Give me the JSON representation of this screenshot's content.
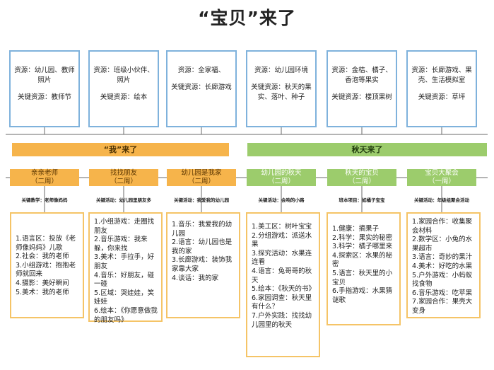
{
  "title": "“宝贝”来了",
  "resources": [
    {
      "r": "资源：幼儿园、教师照片",
      "k": "关键资源：教师节"
    },
    {
      "r": "资源：班级小伙伴、照片",
      "k": "关键资源：绘本"
    },
    {
      "r": "资源：全家福、",
      "k": "关键资源：长廊游戏"
    },
    {
      "r": "资源：幼儿园环境",
      "k": "关键资源：秋天的果实、落叶、种子"
    },
    {
      "r": "资源：金桔、橘子、香泡等果实",
      "k": "关键资源：楼顶果树"
    },
    {
      "r": "资源：长廊游戏、果壳、生活模拟室",
      "k": "关键资源：草坪"
    }
  ],
  "bands": {
    "left": "“我”来了",
    "right": "秋天来了"
  },
  "stages": [
    {
      "name": "亲亲老师",
      "weeks": "（二周）",
      "key": "关键教学：老师像妈妈"
    },
    {
      "name": "找找朋友",
      "weeks": "（二周）",
      "key": "关键活动：幼儿园里朋友多"
    },
    {
      "name": "幼儿园是我家",
      "weeks": "（二周）",
      "key": "关键活动：我爱我的幼儿园"
    },
    {
      "name": "幼儿园的秋天",
      "weeks": "（二周）",
      "key": "关键活动：会响的小路"
    },
    {
      "name": "秋天的宝贝",
      "weeks": "（二周）",
      "key": "班本项目：如橘子宝宝"
    },
    {
      "name": "宝贝大聚会",
      "weeks": "（一周）",
      "key": "关键活动：年级组聚会活动"
    }
  ],
  "activities": [
    [
      "1.语言区：投放《老师像妈妈》儿歌",
      "2.社会：我的老师",
      "3.小组游戏：抱抱老师就回来",
      "4.摄影：美好瞬间",
      "5.美术：我的老师"
    ],
    [
      "1.小组游戏：走圈找朋友",
      "2.音乐游戏：我来躲，你来找",
      "3.美术：手拉手，好朋友",
      "4.音乐：好朋友，碰一碰",
      "5.区域：哭娃娃，笑娃娃",
      "6.绘本：《你愿意做我的朋友吗》"
    ],
    [
      "1.音乐：我爱我的幼儿园",
      "2.语言：幼儿园也是我的家",
      "3.长廊游戏：装饰我家靠大家",
      "4.谈话：我的家"
    ],
    [
      "1.美工区：树叶宝宝",
      "2.分组游戏：派送水果",
      "3.探究活动：水果连连看",
      "4.语言：兔哥哥的秋天",
      "5.绘本：《秋天的书》",
      "6.家园调查：秋天里有什么？",
      "7.户外实践：找找幼儿园里的秋天"
    ],
    [
      "1.健康：摘果子",
      "2.科学：果实的秘密",
      "3.科学：橘子哪里来",
      "4.探索区：水果的秘密",
      "5.语言：秋天里的小宝贝",
      "6.手指游戏：水果猜谜歌"
    ],
    [
      "1.家园合作：收集聚会材料",
      "2.数学区：小兔的水果超市",
      "3.语言：奇妙的果汁",
      "4.美术：好吃的水果",
      "5.户外游戏：小蚂蚁找食物",
      "6.音乐游戏：吃苹果",
      "7.家园合作：果壳大变身"
    ]
  ]
}
